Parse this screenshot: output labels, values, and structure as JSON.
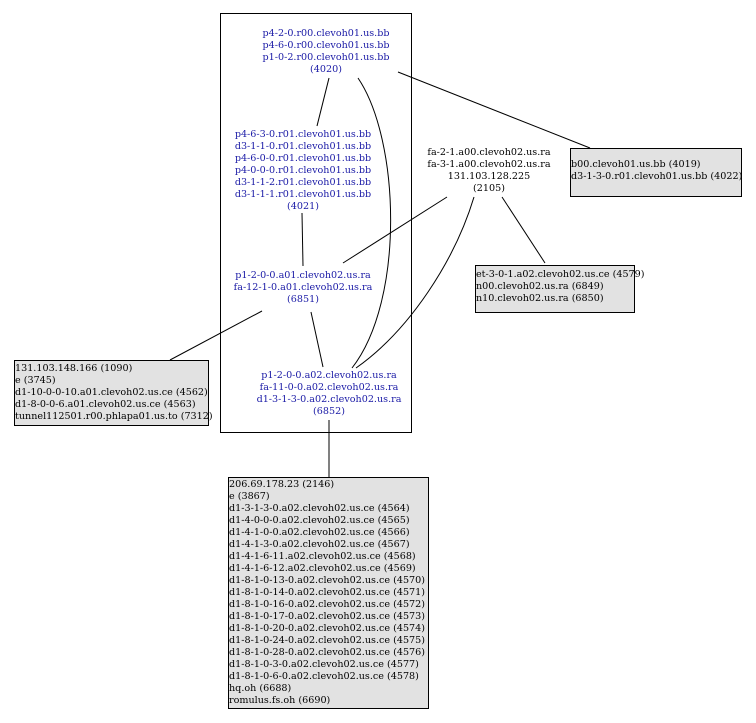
{
  "nodes": {
    "n4020": {
      "lines": [
        "p4-2-0.r00.clevoh01.us.bb",
        "p4-6-0.r00.clevoh01.us.bb",
        "p1-0-2.r00.clevoh01.us.bb",
        "(4020)"
      ]
    },
    "n4021": {
      "lines": [
        "p4-6-3-0.r01.clevoh01.us.bb",
        "d3-1-1-0.r01.clevoh01.us.bb",
        "p4-6-0-0.r01.clevoh01.us.bb",
        "p4-0-0-0.r01.clevoh01.us.bb",
        "d3-1-1-2.r01.clevoh01.us.bb",
        "d3-1-1-1.r01.clevoh01.us.bb",
        "(4021)"
      ]
    },
    "n6851": {
      "lines": [
        "p1-2-0-0.a01.clevoh02.us.ra",
        "fa-12-1-0.a01.clevoh02.us.ra",
        "(6851)"
      ]
    },
    "n6852": {
      "lines": [
        "p1-2-0-0.a02.clevoh02.us.ra",
        "fa-11-0-0.a02.clevoh02.us.ra",
        "d1-3-1-3-0.a02.clevoh02.us.ra",
        "(6852)"
      ]
    },
    "n2105": {
      "lines": [
        "fa-2-1.a00.clevoh02.us.ra",
        "fa-3-1.a00.clevoh02.us.ra",
        "131.103.128.225",
        "(2105)"
      ]
    },
    "box4019": {
      "lines": [
        "b00.clevoh01.us.bb (4019)",
        "d3-1-3-0.r01.clevoh01.us.bb (4022)"
      ]
    },
    "box4579": {
      "lines": [
        "et-3-0-1.a02.clevoh02.us.ce (4579)",
        "n00.clevoh02.us.ra (6849)",
        "n10.clevoh02.us.ra (6850)"
      ]
    },
    "box1090": {
      "lines": [
        "131.103.148.166 (1090)",
        "e (3745)",
        "d1-10-0-0-10.a01.clevoh02.us.ce (4562)",
        "d1-8-0-0-6.a01.clevoh02.us.ce (4563)",
        "tunnel112501.r00.phlapa01.us.to (7312)"
      ]
    },
    "box2146": {
      "lines": [
        "206.69.178.23 (2146)",
        "e (3867)",
        "d1-3-1-3-0.a02.clevoh02.us.ce (4564)",
        "d1-4-0-0-0.a02.clevoh02.us.ce (4565)",
        "d1-4-1-0-0.a02.clevoh02.us.ce (4566)",
        "d1-4-1-3-0.a02.clevoh02.us.ce (4567)",
        "d1-4-1-6-11.a02.clevoh02.us.ce (4568)",
        "d1-4-1-6-12.a02.clevoh02.us.ce (4569)",
        "d1-8-1-0-13-0.a02.clevoh02.us.ce (4570)",
        "d1-8-1-0-14-0.a02.clevoh02.us.ce (4571)",
        "d1-8-1-0-16-0.a02.clevoh02.us.ce (4572)",
        "d1-8-1-0-17-0.a02.clevoh02.us.ce (4573)",
        "d1-8-1-0-20-0.a02.clevoh02.us.ce (4574)",
        "d1-8-1-0-24-0.a02.clevoh02.us.ce (4575)",
        "d1-8-1-0-28-0.a02.clevoh02.us.ce (4576)",
        "d1-8-1-0-3-0.a02.clevoh02.us.ce (4577)",
        "d1-8-1-0-6-0.a02.clevoh02.us.ce (4578)",
        "hq.oh (6688)",
        "romulus.fs.oh (6690)"
      ]
    }
  },
  "edges": [
    {
      "from": "n4020",
      "to": "n4021"
    },
    {
      "from": "n4020",
      "to": "n6852"
    },
    {
      "from": "n4020",
      "to": "box4019"
    },
    {
      "from": "n4021",
      "to": "n6851"
    },
    {
      "from": "n2105",
      "to": "n6851"
    },
    {
      "from": "n2105",
      "to": "n6852"
    },
    {
      "from": "n2105",
      "to": "box4579"
    },
    {
      "from": "n6851",
      "to": "n6852"
    },
    {
      "from": "n6851",
      "to": "box1090"
    },
    {
      "from": "n6852",
      "to": "box2146"
    }
  ]
}
